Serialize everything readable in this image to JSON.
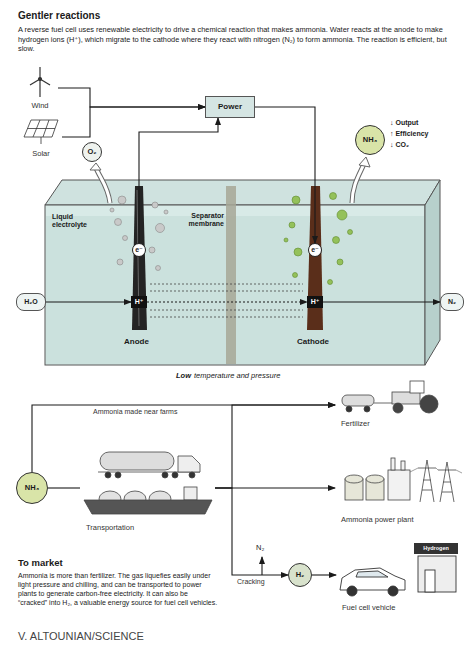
{
  "diagram": {
    "title": "Gentler reactions",
    "nodes": [
      {
        "text": [
          "Wind"
        ]
      },
      {
        "text": [
          "Solar"
        ]
      },
      {
        "text": [
          "Power"
        ]
      },
      {
        "text": [
          "O₂"
        ]
      },
      {
        "text": [
          "NH₃"
        ]
      },
      {
        "text": [
          "H₂O"
        ]
      },
      {
        "text": [
          "e⁻"
        ]
      },
      {
        "text": [
          "H⁺"
        ]
      },
      {
        "text": [
          "e⁻"
        ]
      },
      {
        "text": [
          "H⁺"
        ]
      },
      {
        "text": [
          "N₂"
        ]
      },
      {
        "text": [
          "Fertilizer"
        ]
      },
      {
        "text": [
          "NH₃"
        ]
      },
      {
        "text": [
          "Transportation"
        ]
      },
      {
        "text": [
          "Ammonia power plant"
        ]
      },
      {
        "text": [
          "H₂"
        ]
      },
      {
        "text": [
          "Fuel cell vehicle"
        ]
      },
      {
        "text": [
          "Hydrogen"
        ],
        "in": 16
      }
    ],
    "edges": [
      {
        "from": 0,
        "to": 2,
        "arrow": "to"
      },
      {
        "from": 1,
        "to": 2,
        "arrow": "to"
      },
      {
        "from": 6,
        "to": 2,
        "arrow": "to"
      },
      {
        "from": 2,
        "to": 8,
        "arrow": "to"
      },
      {
        "from": 5,
        "to": 7,
        "arrow": "to"
      },
      {
        "from": 7,
        "to": 9,
        "arrow": "to"
      },
      {
        "from": 9,
        "to": 10,
        "arrow": "to"
      },
      {
        "from": 12,
        "to": 11,
        "label": "Ammonia made near farms",
        "arrow": "to"
      },
      {
        "from": 12,
        "to": 13,
        "arrow": "none"
      },
      {
        "from": 13,
        "to": 11,
        "arrow": "to"
      },
      {
        "from": 13,
        "to": 14,
        "arrow": "to"
      },
      {
        "from": 13,
        "to": 15,
        "label": "Cracking",
        "arrow": "to"
      },
      {
        "from": 15,
        "to": 16,
        "arrow": "to"
      }
    ],
    "labels": [
      "A reverse fuel cell uses renewable electricity to drive a chemical reaction that makes ammonia. Water reacts at the anode to make hydrogen ions (H⁺), which migrate to the cathode where they react with nitrogen (N₂) to form ammonia. The reaction is efficient, but slow.",
      "Liquid electrolyte",
      "Separator membrane",
      "↓ Output",
      "↑ Efficiency",
      "↓ CO₂",
      "Anode",
      "Cathode",
      "Low",
      "temperature and pressure",
      "N₂",
      "To market",
      "Ammonia is more than fertilizer. The gas liquefies easily under light pressure and chilling, and can be transported to power plants to generate carbon-free electricity. It can also be “cracked” into H₂, a valuable energy source for fuel cell vehicles.",
      "V. ALTOUNIAN/SCIENCE"
    ]
  }
}
